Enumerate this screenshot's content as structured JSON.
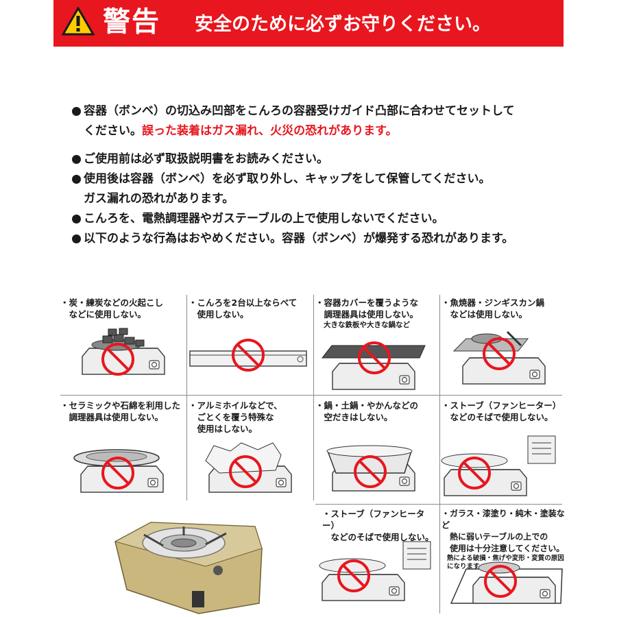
{
  "header": {
    "title": "警告",
    "subtitle": "安全のために必ずお守りください。",
    "warning_icon": "warning-triangle-icon"
  },
  "notices": {
    "item1_line1": "容器（ボンベ）の切込み凹部をこんろの容器受けガイド凸部に合わせてセットして",
    "item1_line2_prefix": "ください。",
    "item1_line2_red": "誤った装着はガス漏れ、火災の恐れがあります。",
    "item2": "ご使用前は必ず取扱説明書をお読みください。",
    "item3_line1": "使用後は容器（ボンベ）を必ず取り外し、キャップをして保管してください。",
    "item3_line2": "ガス漏れの恐れがあります。",
    "item4": "こんろを、電熱調理器やガステーブルの上で使用しないでください。",
    "item5": "以下のような行為はおやめください。容器（ボンベ）が爆発する恐れがあります。"
  },
  "prohibitions": [
    {
      "text": "・炭・練炭などの火起こし\n　などに使用しない。",
      "note": ""
    },
    {
      "text": "・こんろを2台以上ならべて\n　使用しない。",
      "note": ""
    },
    {
      "text": "・容器カバーを覆うような\n　調理器具は使用しない。",
      "note": "大きな鉄板や大きな鍋など"
    },
    {
      "text": "・魚焼器・ジンギスカン鍋\n　などは使用しない。",
      "note": ""
    },
    {
      "text": "・セラミックや石綿を利用した\n　調理器具は使用しない。",
      "note": ""
    },
    {
      "text": "・アルミホイルなどで、\n　ごとくを覆う特殊な\n　使用はしない。",
      "note": ""
    },
    {
      "text": "・鍋・土鍋・やかんなどの\n　空だきはしない。",
      "note": ""
    },
    {
      "text": "・ストーブ（ファンヒーター）\n　などのそばで使用しない。",
      "note": ""
    },
    {
      "text": "・ストーブ（ファンヒーター）\n　などのそばで使用しない。",
      "note": ""
    },
    {
      "text": "・ガラス・漆塗り・純木・塗装など\n　熱に弱いテーブルの上での\n　使用は十分注意してください。",
      "note": "熱による破損・焦げや変形・変質の原因\nになります。"
    }
  ],
  "colors": {
    "banner": "#e8161e",
    "prohibition_mark": "#e8161e",
    "product_body": "#b8a46a"
  }
}
